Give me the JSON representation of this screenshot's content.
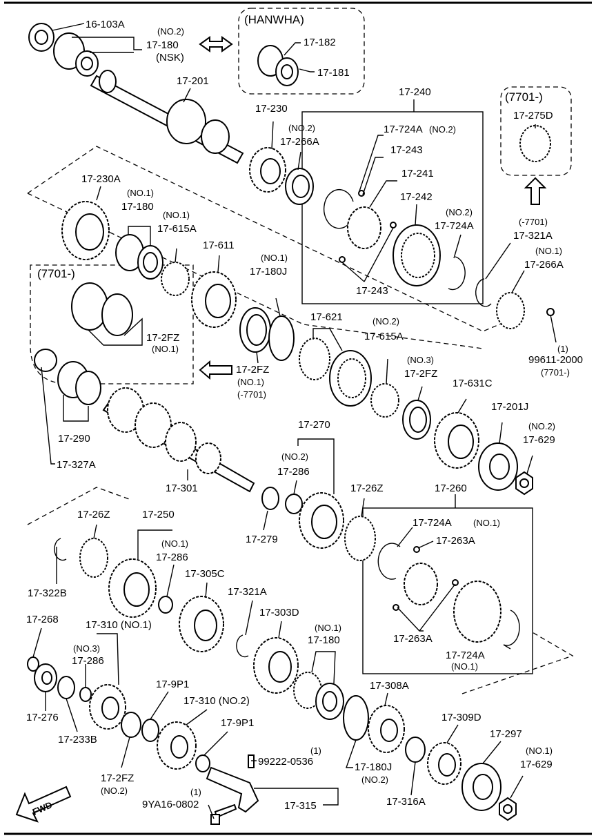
{
  "labels": {
    "p16_103A": "16-103A",
    "p17_180_no2_tag": "(NO.2)",
    "p17_180_top": "17-180",
    "nsk": "(NSK)",
    "hanwha": "(HANWHA)",
    "p17_182": "17-182",
    "p17_181": "17-181",
    "p17_201": "17-201",
    "p17_230": "17-230",
    "no2_266A": "(NO.2)",
    "p17_266A": "17-266A",
    "p17_240": "17-240",
    "p17_724A_top": "17-724A",
    "no2_724A_top": "(NO.2)",
    "p17_243_a": "17-243",
    "p17_241": "17-241",
    "p17_242": "17-242",
    "no2_724A_b": "(NO.2)",
    "p17_724A_b": "17-724A",
    "p17_243_b": "17-243",
    "box7701_top": "(7701-)",
    "p17_275D": "17-275D",
    "m7701": "(-7701)",
    "p17_321A_top": "17-321A",
    "no1_266A": "(NO.1)",
    "p17_266A_b": "17-266A",
    "p17_230A": "17-230A",
    "no1_180": "(NO.1)",
    "p17_180_mid": "17-180",
    "no1_615A": "(NO.1)",
    "p17_615A": "17-615A",
    "p17_611": "17-611",
    "no1_180J": "(NO.1)",
    "p17_180J": "17-180J",
    "box7701_left": "(7701-)",
    "p17_2FZ_box": "17-2FZ",
    "no1_2FZ_box": "(NO.1)",
    "p17_621": "17-621",
    "no2_615A": "(NO.2)",
    "p17_615A_b": "17-615A",
    "p1_99611": "(1)",
    "p99611_2000": "99611-2000",
    "p7701_99611": "(7701-)",
    "p17_2FZ_mid": "17-2FZ",
    "no1_2FZ_mid": "(NO.1)",
    "m7701_2FZ": "(-7701)",
    "no3_2FZ": "(NO.3)",
    "p17_2FZ_r": "17-2FZ",
    "p17_631C": "17-631C",
    "p17_201J": "17-201J",
    "no2_629": "(NO.2)",
    "p17_629_top": "17-629",
    "p17_290": "17-290",
    "p17_327A": "17-327A",
    "p17_270": "17-270",
    "no2_286": "(NO.2)",
    "p17_286_top": "17-286",
    "p17_301": "17-301",
    "p17_26Z_r": "17-26Z",
    "p17_260": "17-260",
    "p17_279": "17-279",
    "p17_724A_no1": "17-724A",
    "no1_724A_tag": "(NO.1)",
    "p17_263A_a": "17-263A",
    "p17_263A_b": "17-263A",
    "p17_724A_no1_b": "17-724A",
    "no1_724A_b": "(NO.1)",
    "p17_26Z_l": "17-26Z",
    "p17_250": "17-250",
    "no1_286": "(NO.1)",
    "p17_286_mid": "17-286",
    "p17_322B": "17-322B",
    "p17_305C": "17-305C",
    "p17_321A_b": "17-321A",
    "p17_268": "17-268",
    "p17_310_no1": "17-310 (NO.1)",
    "p17_303D": "17-303D",
    "no1_180_b": "(NO.1)",
    "p17_180_b": "17-180",
    "no3_286": "(NO.3)",
    "p17_286_b": "17-286",
    "p17_9P1_a": "17-9P1",
    "p17_310_no2": "17-310 (NO.2)",
    "p17_308A": "17-308A",
    "p17_276": "17-276",
    "p17_233B": "17-233B",
    "p17_9P1_b": "17-9P1",
    "p17_309D": "17-309D",
    "p17_297": "17-297",
    "p1_99222": "(1)",
    "p99222": "99222-0536",
    "p17_180J_b": "17-180J",
    "no2_180J": "(NO.2)",
    "no1_629": "(NO.1)",
    "p17_629_b": "17-629",
    "p17_2FZ_b": "17-2FZ",
    "no2_2FZ_b": "(NO.2)",
    "p1_9YA": "(1)",
    "p9YA16": "9YA16-0802",
    "p17_315": "17-315",
    "p17_316A": "17-316A",
    "fwd": "FWD"
  }
}
